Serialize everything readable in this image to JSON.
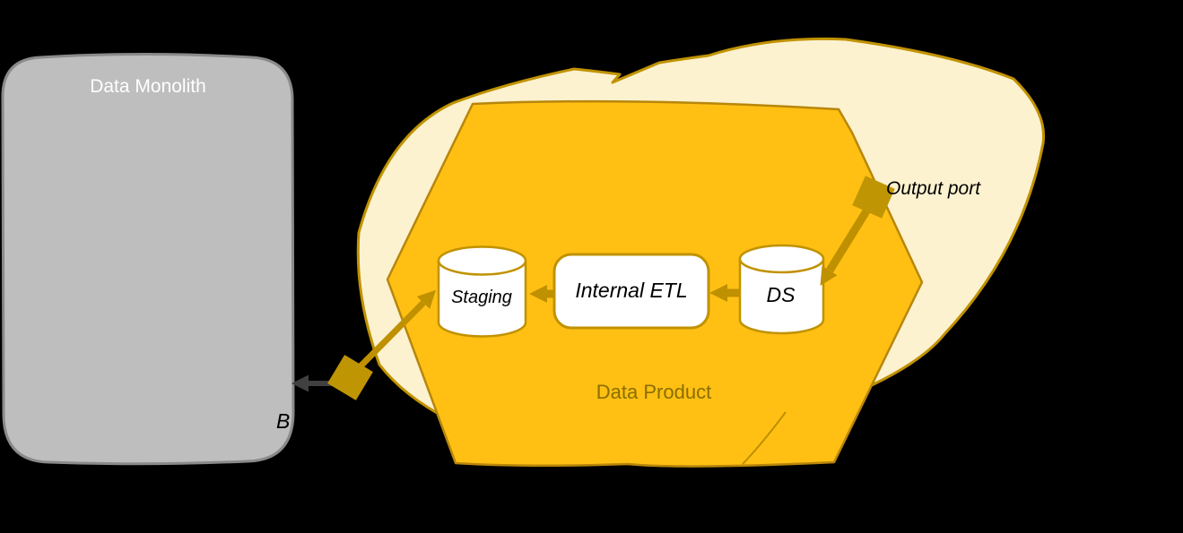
{
  "monolith": {
    "label": "Data Monolith"
  },
  "product": {
    "label": "Data Product",
    "nodes": [
      {
        "id": "staging",
        "label": "Staging",
        "shape": "cylinder"
      },
      {
        "id": "internal-etl",
        "label": "Internal ETL",
        "shape": "rounded-box"
      },
      {
        "id": "ds",
        "label": "DS",
        "shape": "cylinder"
      }
    ]
  },
  "ports": {
    "output": {
      "label": "Output port"
    },
    "input": {
      "label_visible": "B"
    }
  },
  "flows": [
    {
      "from": "output-port",
      "to": "DS"
    },
    {
      "from": "DS",
      "to": "Internal ETL"
    },
    {
      "from": "Internal ETL",
      "to": "Staging"
    },
    {
      "from": "input-port",
      "to": "Staging"
    },
    {
      "from": "input-port",
      "to": "Data Monolith"
    }
  ],
  "colors": {
    "background": "#000000",
    "monolith_fill": "#BEBEBE",
    "monolith_stroke": "#8A8A8A",
    "monolith_text": "#FFFFFF",
    "domain_blob_fill": "#FCF2D0",
    "domain_blob_stroke": "#C09200",
    "hexagon_fill": "#FFC013",
    "hexagon_stroke": "#B8860B",
    "node_fill": "#FFFFFF",
    "node_stroke": "#C09200",
    "gold_arrow": "#BF9000",
    "gray_arrow": "#404040",
    "port_marker": "#C09504",
    "product_text": "#8A6D00",
    "label_text": "#000000"
  }
}
